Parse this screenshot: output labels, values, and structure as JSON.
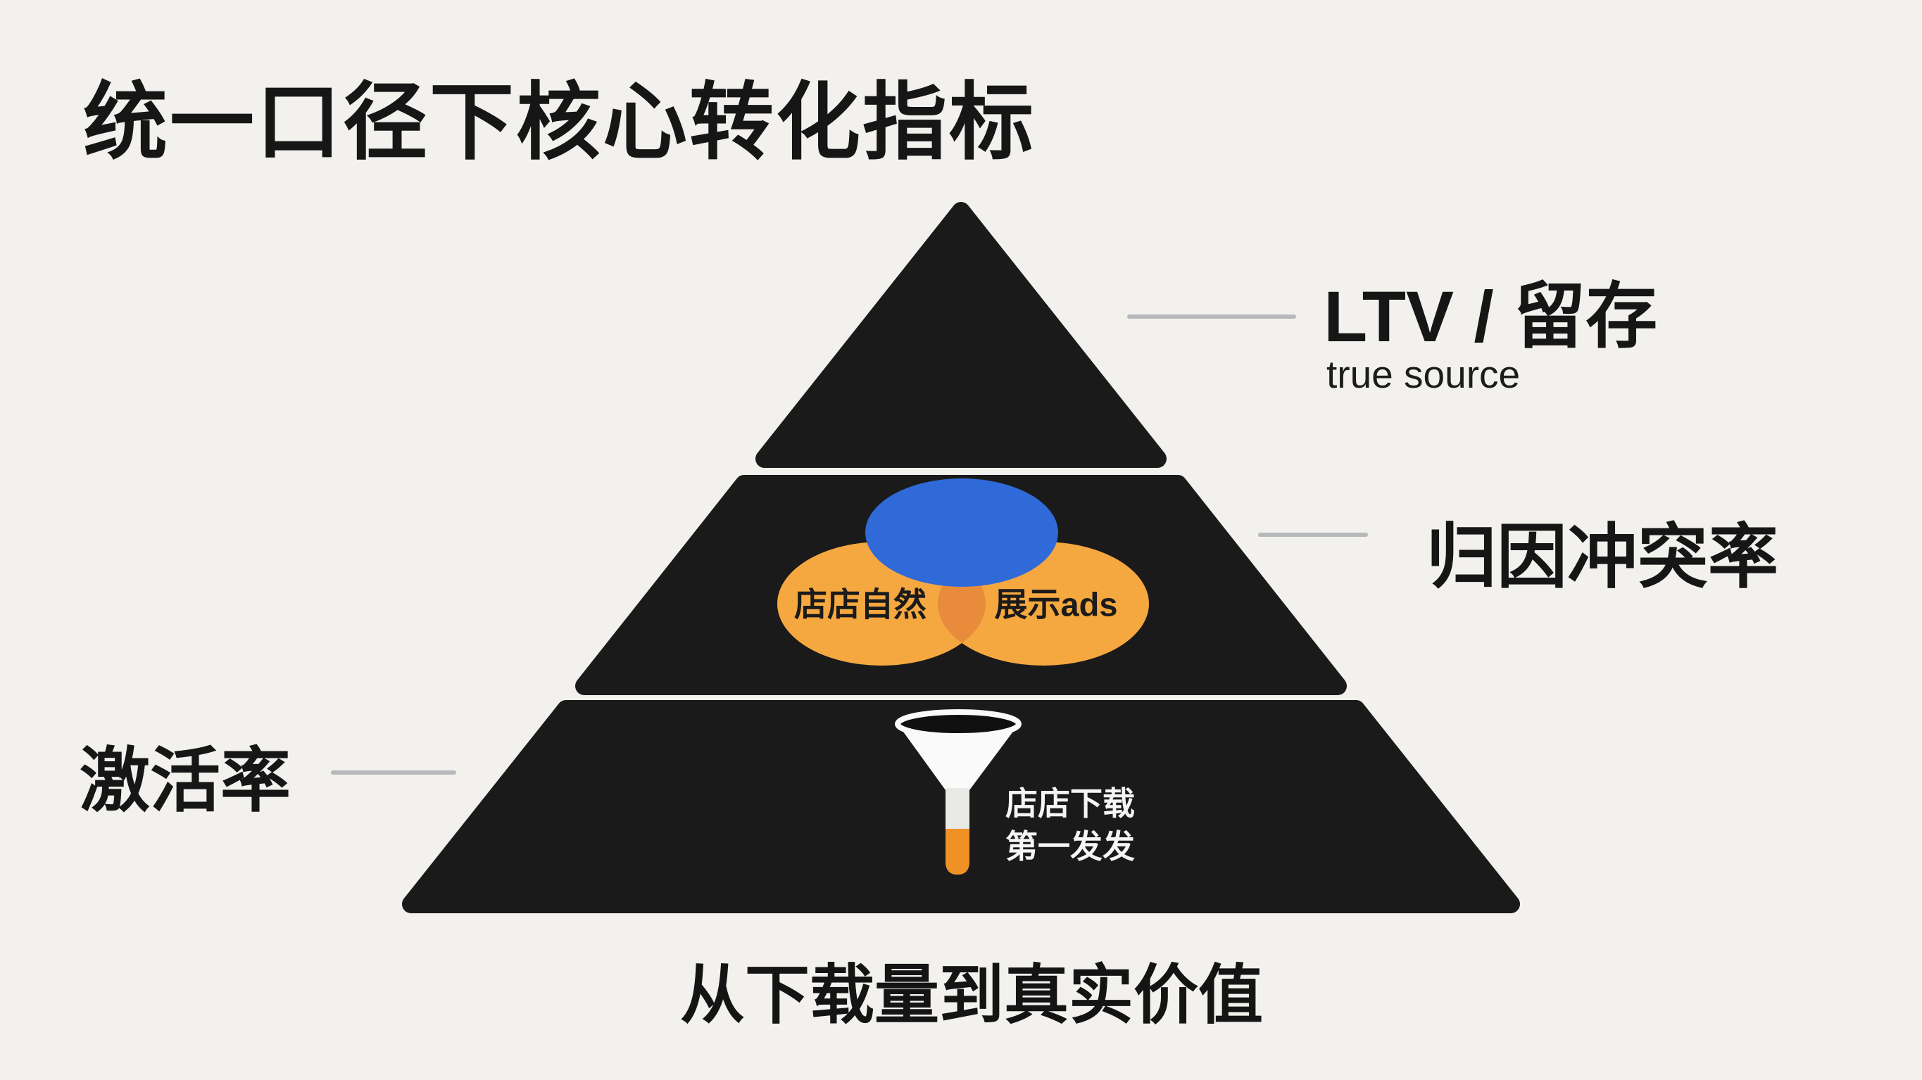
{
  "title": "统一口径下核心转化指标",
  "caption": "从下载量到真实价值",
  "pyramid": {
    "tiers": [
      {
        "id": "top",
        "label": "LTV / 留存",
        "sublabel": "true source"
      },
      {
        "id": "middle",
        "label": "归因冲突率"
      },
      {
        "id": "bottom",
        "label": "激活率"
      }
    ],
    "venn": {
      "left_label": "店店自然",
      "right_label": "展示ads"
    },
    "funnel": {
      "icon": "funnel-icon",
      "caption_line1": "店店下载",
      "caption_line2": "第一发发"
    }
  },
  "labels": {
    "tier_top": "LTV / 留存",
    "tier_top_sub": "true source",
    "tier_middle": "归因冲突率",
    "tier_bottom": "激活率",
    "venn_left": "店店自然",
    "venn_right": "展示ads",
    "funnel_line1": "店店下载",
    "funnel_line2": "第一发发"
  },
  "colors": {
    "background": "#f2f1ee",
    "pyramid": "#1a1a1a",
    "venn_blue": "#2f6ad8",
    "venn_orange": "#f6a840",
    "venn_overlap": "#e88c3c",
    "funnel_body": "#fafafa",
    "funnel_opening": "#101010",
    "funnel_stem": "#e9e9e6",
    "funnel_liquid": "#ef9125",
    "connector": "#b6b8bb",
    "text_dark": "#161616",
    "text_light": "#f5f5f5"
  }
}
